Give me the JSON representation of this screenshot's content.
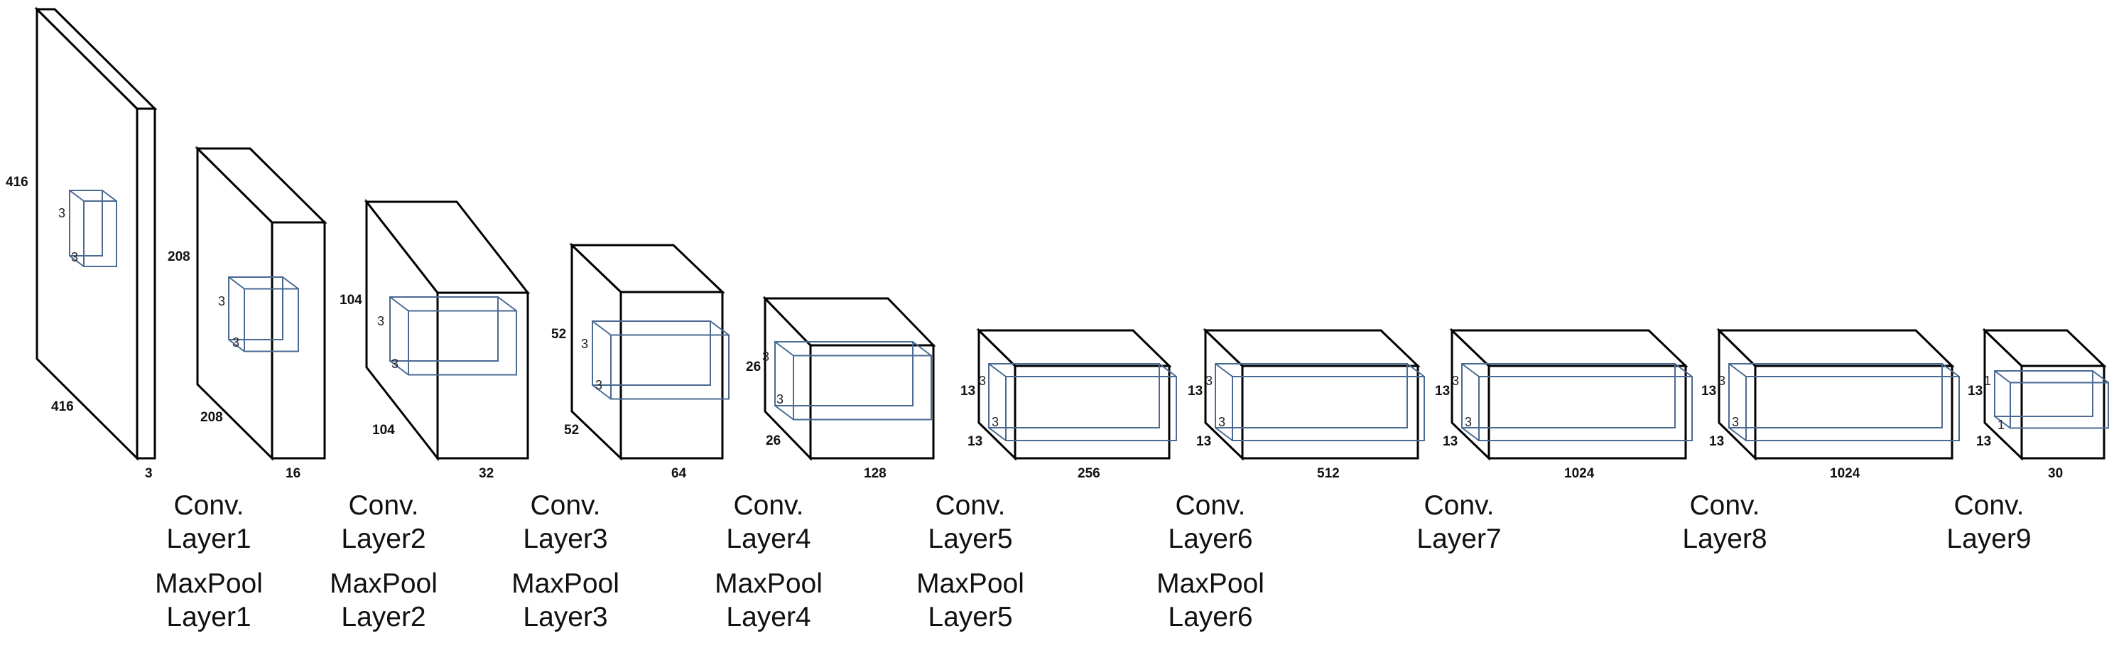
{
  "blocks": [
    {
      "height_label": "416",
      "width_label": "416",
      "depth_label": "3",
      "kernel_label_a": "3",
      "kernel_label_b": "3"
    },
    {
      "height_label": "208",
      "width_label": "208",
      "depth_label": "16",
      "kernel_label_a": "3",
      "kernel_label_b": "3"
    },
    {
      "height_label": "104",
      "width_label": "104",
      "depth_label": "32",
      "kernel_label_a": "3",
      "kernel_label_b": "3"
    },
    {
      "height_label": "52",
      "width_label": "52",
      "depth_label": "64",
      "kernel_label_a": "3",
      "kernel_label_b": "3"
    },
    {
      "height_label": "26",
      "width_label": "26",
      "depth_label": "128",
      "kernel_label_a": "3",
      "kernel_label_b": "3"
    },
    {
      "height_label": "13",
      "width_label": "13",
      "depth_label": "256",
      "kernel_label_a": "3",
      "kernel_label_b": "3"
    },
    {
      "height_label": "13",
      "width_label": "13",
      "depth_label": "512",
      "kernel_label_a": "3",
      "kernel_label_b": "3"
    },
    {
      "height_label": "13",
      "width_label": "13",
      "depth_label": "1024",
      "kernel_label_a": "3",
      "kernel_label_b": "3"
    },
    {
      "height_label": "13",
      "width_label": "13",
      "depth_label": "1024",
      "kernel_label_a": "3",
      "kernel_label_b": "3"
    },
    {
      "height_label": "13",
      "width_label": "13",
      "depth_label": "30",
      "kernel_label_a": "1",
      "kernel_label_b": "1"
    }
  ],
  "conv_labels": [
    {
      "line1": "Conv.",
      "line2": "Layer1"
    },
    {
      "line1": "Conv.",
      "line2": "Layer2"
    },
    {
      "line1": "Conv.",
      "line2": "Layer3"
    },
    {
      "line1": "Conv.",
      "line2": "Layer4"
    },
    {
      "line1": "Conv.",
      "line2": "Layer5"
    },
    {
      "line1": "Conv.",
      "line2": "Layer6"
    },
    {
      "line1": "Conv.",
      "line2": "Layer7"
    },
    {
      "line1": "Conv.",
      "line2": "Layer8"
    },
    {
      "line1": "Conv.",
      "line2": "Layer9"
    }
  ],
  "pool_labels": [
    {
      "line1": "MaxPool",
      "line2": "Layer1"
    },
    {
      "line1": "MaxPool",
      "line2": "Layer2"
    },
    {
      "line1": "MaxPool",
      "line2": "Layer3"
    },
    {
      "line1": "MaxPool",
      "line2": "Layer4"
    },
    {
      "line1": "MaxPool",
      "line2": "Layer5"
    },
    {
      "line1": "MaxPool",
      "line2": "Layer6"
    }
  ]
}
